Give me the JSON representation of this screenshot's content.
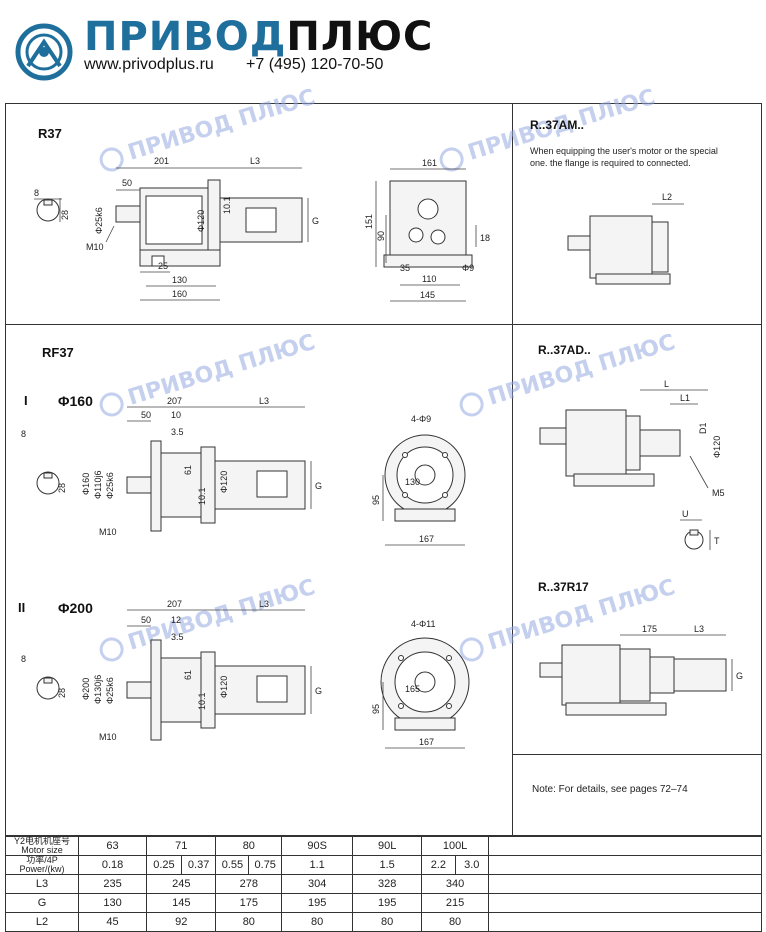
{
  "header": {
    "brand_part1": "ПРИВОД",
    "brand_part2": "ПЛЮС",
    "website": "www.privodplus.ru",
    "phone": "+7 (495) 120-70-50",
    "accent_color": "#1f6f9d"
  },
  "watermark": "ПРИВОД ПЛЮС",
  "sections": {
    "r37": {
      "title": "R37",
      "dims": {
        "d201": "201",
        "dL3": "L3",
        "d50": "50",
        "d8": "8",
        "d28": "28",
        "shaft": "Φ25k6",
        "flange": "Φ120",
        "d101": "10.1",
        "dG": "G",
        "m10": "M10",
        "d25": "25",
        "d130": "130",
        "d160": "160"
      },
      "side": {
        "d161": "161",
        "d151": "151",
        "d90": "90",
        "d18": "18",
        "d35": "35",
        "d110": "110",
        "d145": "145",
        "hole": "Φ9"
      }
    },
    "rf37": {
      "title": "RF37",
      "variant1": {
        "label": "I",
        "flange": "Φ160",
        "dims": {
          "d207": "207",
          "dL3": "L3",
          "d50": "50",
          "d10": "10",
          "d35": "3.5",
          "d8": "8",
          "d28": "28",
          "f160": "Φ160",
          "f110": "Φ110j6",
          "shaft": "Φ25k6",
          "d61": "61",
          "d101": "10.1",
          "f120": "Φ120",
          "dG": "G",
          "m10": "M10"
        },
        "front": {
          "holes": "4-Φ9",
          "pcd": "130",
          "d95": "95",
          "d167": "167"
        }
      },
      "variant2": {
        "label": "II",
        "flange": "Φ200",
        "dims": {
          "d207": "207",
          "dL3": "L3",
          "d50": "50",
          "d12": "12",
          "d35": "3.5",
          "d8": "8",
          "d28": "28",
          "f200": "Φ200",
          "f130": "Φ130j6",
          "shaft": "Φ25k6",
          "d61": "61",
          "d101": "10.1",
          "f120": "Φ120",
          "dG": "G",
          "m10": "M10"
        },
        "front": {
          "holes": "4-Φ11",
          "pcd": "165",
          "d95": "95",
          "d167": "167"
        }
      }
    },
    "am": {
      "title": "R..37AM..",
      "note": "When equipping the user's motor or the special one. the flange is required to connected.",
      "dL2": "L2"
    },
    "ad": {
      "title": "R..37AD..",
      "dL": "L",
      "dL1": "L1",
      "dD1": "D1",
      "f120": "Φ120",
      "m5": "M5",
      "dU": "U",
      "dT": "T"
    },
    "r17": {
      "title": "R..37R17",
      "d175": "175",
      "dL3": "L3",
      "dG": "G"
    },
    "note": "Note: For details, see pages 72–74"
  },
  "table": {
    "headers": {
      "motor_size": "Y2电机机座号\nMotor size",
      "power": "功率/4P\nPower/(kw)",
      "l3": "L3",
      "g": "G",
      "l2": "L2"
    },
    "motor_sizes": [
      "63",
      "71",
      "80",
      "90S",
      "90L",
      "100L"
    ],
    "power": [
      "0.18",
      "0.25",
      "0.37",
      "0.55",
      "0.75",
      "1.1",
      "1.5",
      "2.2",
      "3.0"
    ],
    "l3": [
      "235",
      "245",
      "278",
      "304",
      "328",
      "340"
    ],
    "g": [
      "130",
      "145",
      "175",
      "195",
      "195",
      "215"
    ],
    "l2": [
      "45",
      "92",
      "80",
      "80",
      "80",
      "80"
    ]
  }
}
